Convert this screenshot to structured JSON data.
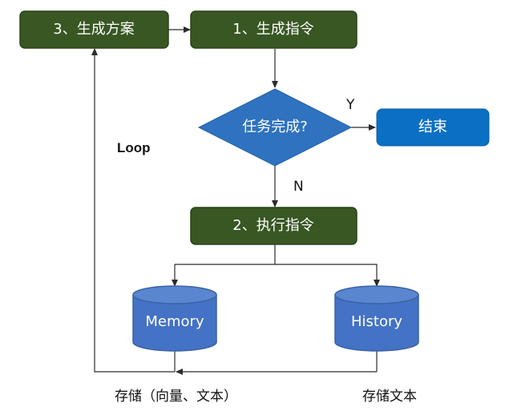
{
  "colors": {
    "process_fill": "#385723",
    "process_stroke": "#2a4319",
    "decision_fill": "#2e72c0",
    "end_fill": "#0b6fc3",
    "storage_fill": "#4472c4",
    "storage_top": "#5a86d0",
    "line": "#2b2b2b",
    "text_light": "#ffffff",
    "text_dark": "#111111"
  },
  "nodes": {
    "step3": "3、生成方案",
    "step1": "1、生成指令",
    "decision": "任务完成?",
    "end": "结束",
    "step2": "2、执行指令",
    "memory": "Memory",
    "history": "History"
  },
  "labels": {
    "yes": "Y",
    "no": "N",
    "loop": "Loop",
    "memory_caption": "存储（向量、文本）",
    "history_caption": "存储文本"
  }
}
